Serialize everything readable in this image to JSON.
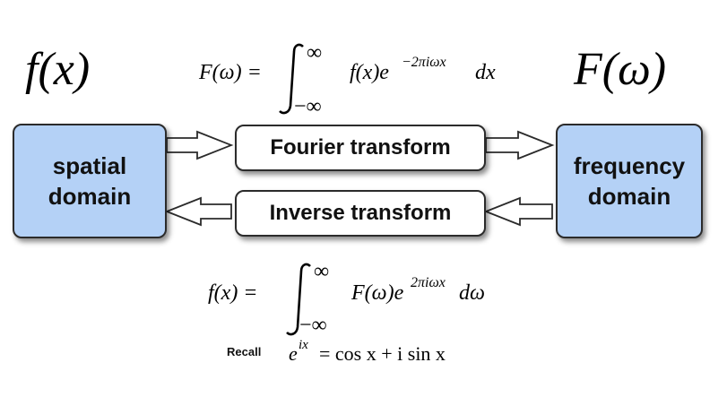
{
  "labels": {
    "spatial_function": "f(x)",
    "frequency_function": "F(ω)"
  },
  "boxes": {
    "spatial_line1": "spatial",
    "spatial_line2": "domain",
    "frequency_line1": "frequency",
    "frequency_line2": "domain",
    "forward_transform": "Fourier transform",
    "inverse_transform": "Inverse transform"
  },
  "formulas": {
    "forward": {
      "lhs": "F(ω) =",
      "upper_limit": "∞",
      "lower_limit": "−∞",
      "integrand": "f(x)e",
      "exponent": "−2πiωx",
      "differential": "dx"
    },
    "inverse": {
      "lhs": "f(x) =",
      "upper_limit": "∞",
      "lower_limit": "−∞",
      "integrand": "F(ω)e",
      "exponent": "2πiωx",
      "differential": "dω"
    },
    "euler": {
      "label": "Recall",
      "base": "e",
      "exponent": "ix",
      "rhs": "= cos x + i sin x"
    }
  },
  "colors": {
    "domain_fill": "#b4d1f6",
    "border": "#2b2b2b",
    "arrow_fill": "#ffffff"
  }
}
